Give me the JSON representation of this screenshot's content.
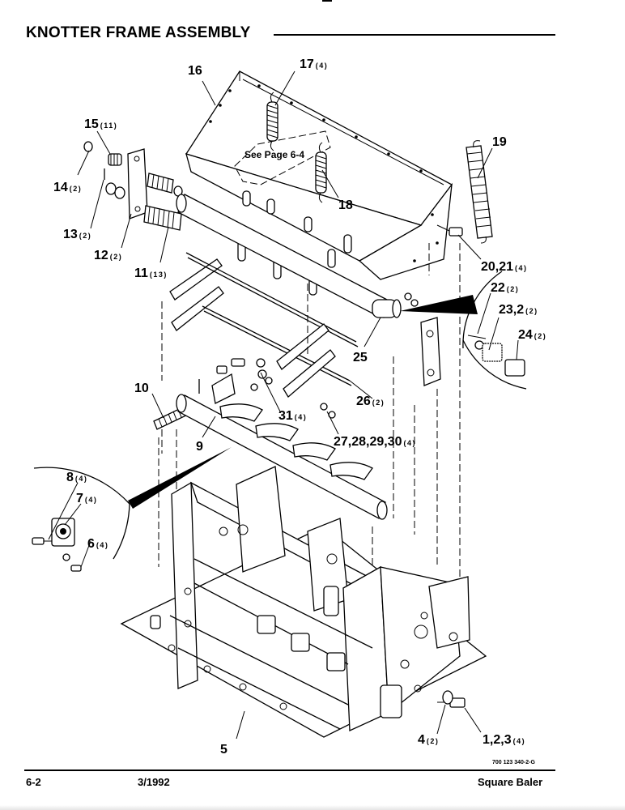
{
  "header": {
    "title": "KNOTTER FRAME ASSEMBLY"
  },
  "diagram": {
    "note": "See Page 6-4",
    "callouts": [
      {
        "id": "c16",
        "number": "16",
        "qty": ""
      },
      {
        "id": "c17",
        "number": "17",
        "qty": "(4)"
      },
      {
        "id": "c15",
        "number": "15",
        "qty": "(11)"
      },
      {
        "id": "c19",
        "number": "19",
        "qty": ""
      },
      {
        "id": "c14",
        "number": "14",
        "qty": "(2)"
      },
      {
        "id": "c18",
        "number": "18",
        "qty": ""
      },
      {
        "id": "c13",
        "number": "13",
        "qty": "(2)"
      },
      {
        "id": "c12",
        "number": "12",
        "qty": "(2)"
      },
      {
        "id": "c11",
        "number": "11",
        "qty": "(13)"
      },
      {
        "id": "c20",
        "number": "20,21",
        "qty": "(4)"
      },
      {
        "id": "c22",
        "number": "22",
        "qty": "(2)"
      },
      {
        "id": "c23",
        "number": "23,2",
        "qty": "(2)"
      },
      {
        "id": "c24",
        "number": "24",
        "qty": "(2)"
      },
      {
        "id": "c25",
        "number": "25",
        "qty": ""
      },
      {
        "id": "c26",
        "number": "26",
        "qty": "(2)"
      },
      {
        "id": "c10",
        "number": "10",
        "qty": ""
      },
      {
        "id": "c31",
        "number": "31",
        "qty": "(4)"
      },
      {
        "id": "c9",
        "number": "9",
        "qty": ""
      },
      {
        "id": "c27",
        "number": "27,28,29,30",
        "qty": "(4)"
      },
      {
        "id": "c8",
        "number": "8",
        "qty": "(4)"
      },
      {
        "id": "c7",
        "number": "7",
        "qty": "(4)"
      },
      {
        "id": "c6",
        "number": "6",
        "qty": "(4)"
      },
      {
        "id": "c5",
        "number": "5",
        "qty": ""
      },
      {
        "id": "c4",
        "number": "4",
        "qty": "(2)"
      },
      {
        "id": "c1",
        "number": "1,2,3",
        "qty": "(4)"
      }
    ]
  },
  "footer": {
    "page": "6-2",
    "date": "3/1992",
    "product": "Square Baler",
    "part_code": "700 123 340-2-G"
  }
}
